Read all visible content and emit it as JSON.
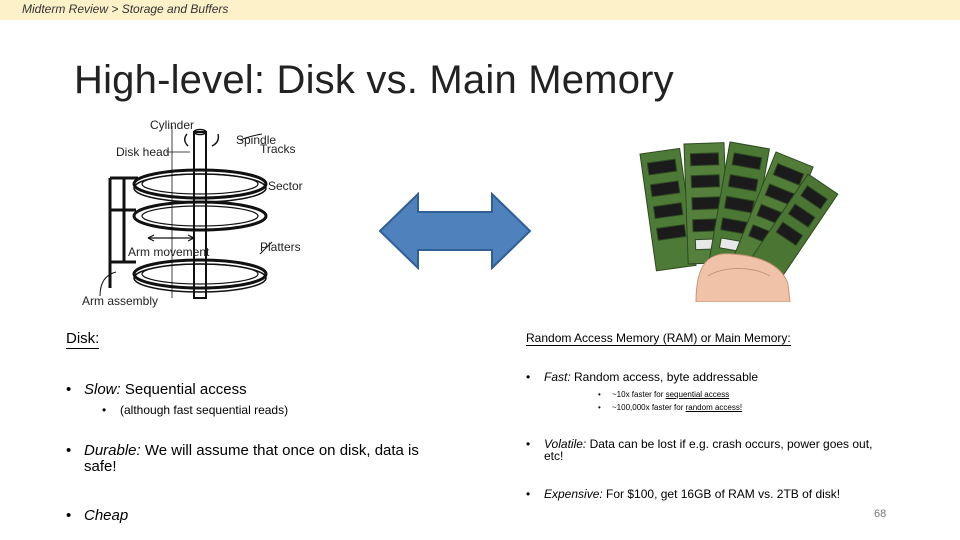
{
  "breadcrumb": "Midterm Review > Storage and Buffers",
  "title": "High-level: Disk vs. Main Memory",
  "diagram": {
    "cylinder": "Cylinder",
    "spindle": "Spindle",
    "tracks": "Tracks",
    "disk_head": "Disk head",
    "sector": "Sector",
    "platters": "Platters",
    "arm_movement": "Arm movement",
    "arm_assembly": "Arm assembly"
  },
  "disk": {
    "heading": "Disk:",
    "b1_em": "Slow:",
    "b1_text": " Sequential access",
    "b1_sub": "(although fast sequential reads)",
    "b2_em": "Durable:",
    "b2_text": " We will assume that once on disk, data is",
    "b2_cont": "safe!",
    "b3_em": "Cheap"
  },
  "ram": {
    "heading": "Random Access Memory (RAM) or Main Memory:",
    "b1_em": "Fast:",
    "b1_text": " Random access, byte addressable",
    "sub1_pre": "~10x faster for ",
    "sub1_u": "sequential access",
    "sub2_pre": "~100,000x faster for ",
    "sub2_u": "random access!",
    "b2_em": "Volatile:",
    "b2_text": " Data can be lost if e.g. crash occurs, power goes out,",
    "b2_cont": "etc!",
    "b3_em": "Expensive:",
    "b3_text": " For $100, get 16GB of RAM vs. 2TB of disk!"
  },
  "page_number": "68",
  "colors": {
    "topbar": "#fdf1c9",
    "arrow_fill": "#4f81bd",
    "arrow_stroke": "#2f5f95"
  }
}
